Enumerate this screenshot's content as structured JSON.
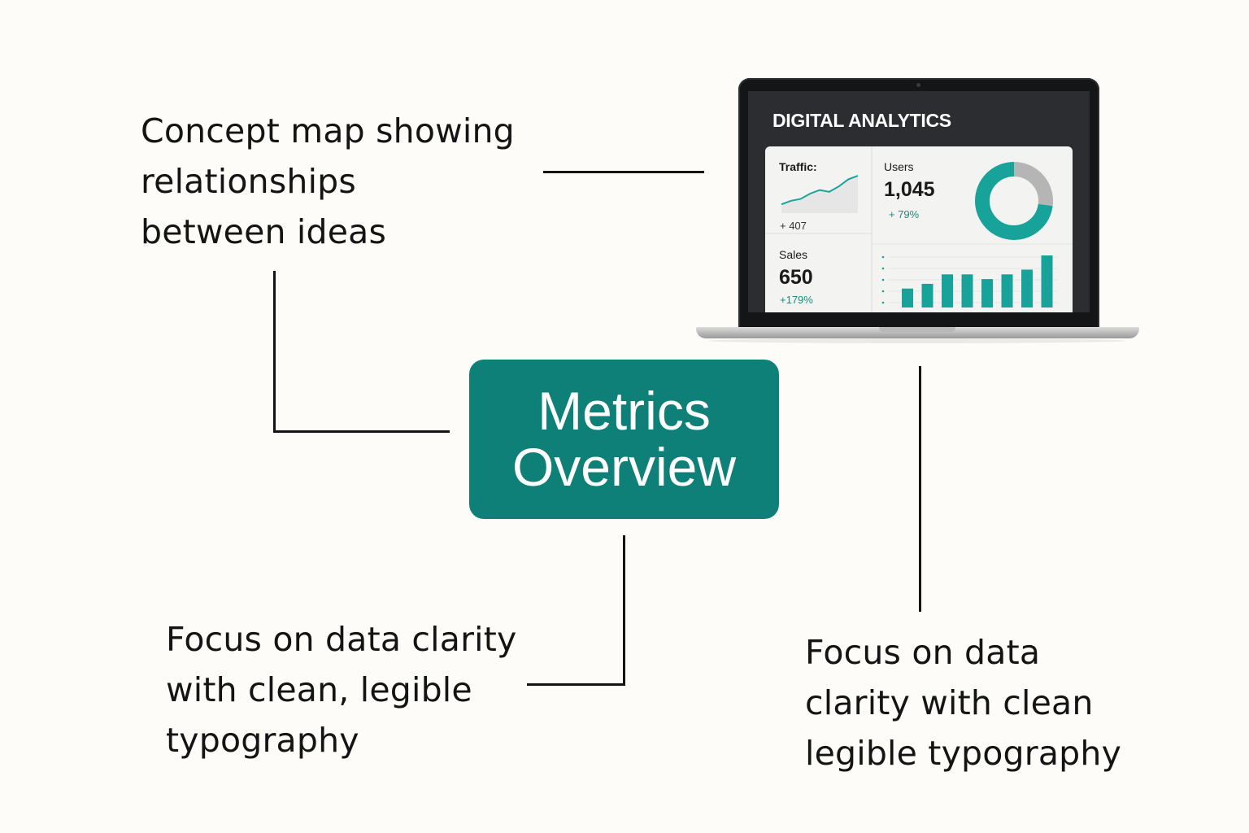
{
  "labels": {
    "top_left": "Concept map showing\nrelationships\nbetween ideas",
    "bottom_left": "Focus on data clarity\nwith clean, legible\ntypography",
    "bottom_right": "Focus on data\nclarity with clean\nlegible typography"
  },
  "hub": {
    "title": "Metrics\nOverview"
  },
  "colors": {
    "accent": "#0e8078",
    "chart": "#17a39a",
    "donut_gray": "#b5b5b5"
  },
  "laptop": {
    "screen_title": "DIGITAL ANALYTICS",
    "traffic": {
      "label": "Traffic:",
      "delta": "+ 407"
    },
    "users": {
      "label": "Users",
      "value": "1,045",
      "delta": "+ 79%"
    },
    "sales": {
      "label": "Sales",
      "value": "650",
      "delta": "+179%"
    }
  },
  "chart_data": [
    {
      "type": "line",
      "values": [
        2,
        3,
        3.5,
        5,
        6,
        5.5,
        7,
        9,
        10
      ]
    },
    {
      "type": "pie",
      "slices": [
        {
          "value": 0.27,
          "color": "#b5b5b5"
        },
        {
          "value": 0.73,
          "color": "#17a39a"
        }
      ]
    },
    {
      "type": "bar",
      "values": [
        4,
        5,
        7,
        7,
        6,
        7,
        8,
        11
      ]
    }
  ]
}
